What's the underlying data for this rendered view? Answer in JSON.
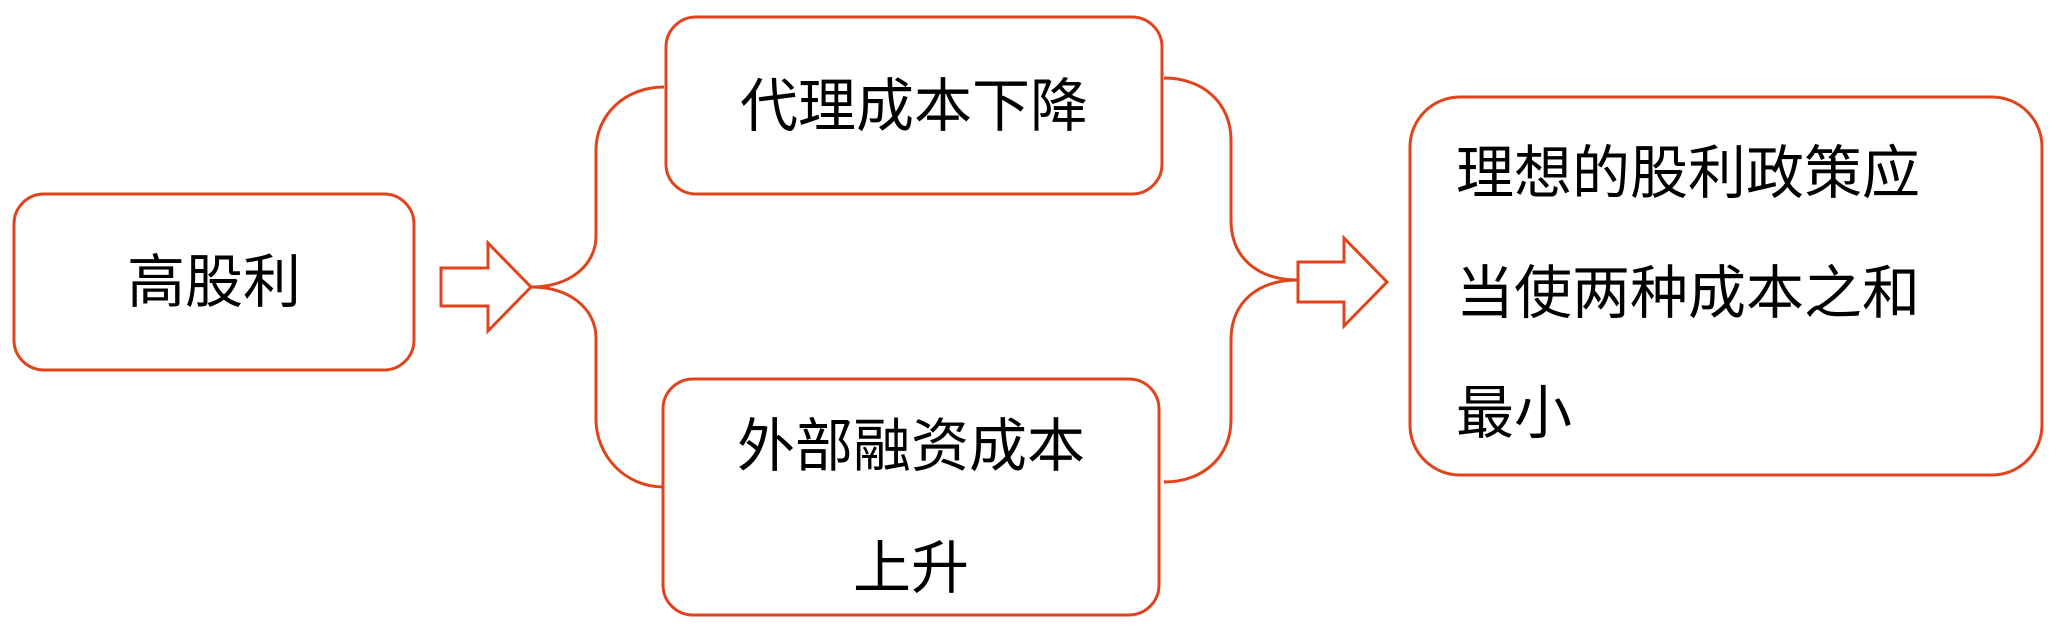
{
  "diagram": {
    "accent_color": "#e0441c",
    "nodes": {
      "high_dividend": {
        "lines": [
          "高股利"
        ]
      },
      "agency_cost": {
        "lines": [
          "代理成本下降"
        ]
      },
      "financing_cost": {
        "lines": [
          "外部融资成本",
          "上升"
        ]
      },
      "ideal_policy": {
        "lines": [
          "理想的股利政策应",
          "当使两种成本之和",
          "最小"
        ]
      }
    }
  }
}
